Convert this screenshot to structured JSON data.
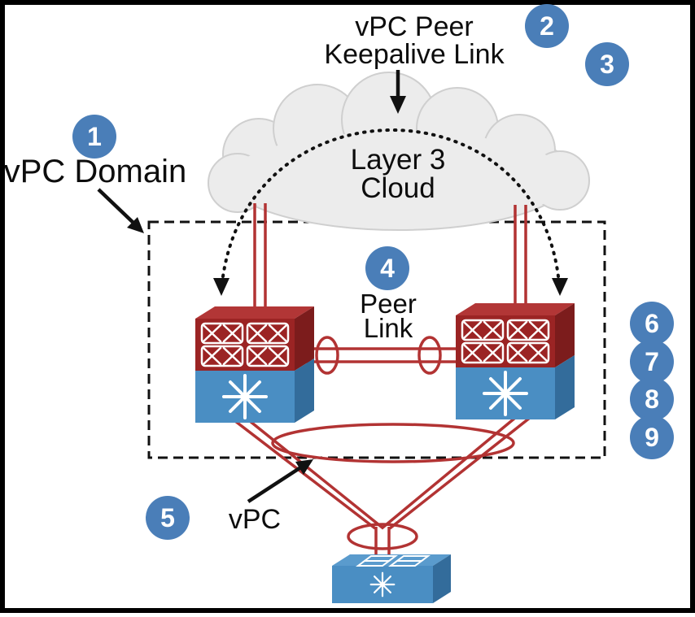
{
  "diagram": {
    "title": "vPC Domain topology",
    "labels": {
      "keepalive_line1": "vPC Peer",
      "keepalive_line2": "Keepalive Link",
      "cloud_line1": "Layer 3",
      "cloud_line2": "Cloud",
      "domain": "vPC Domain",
      "peer_line1": "Peer",
      "peer_line2": "Link",
      "vpc": "vPC"
    },
    "badges": {
      "b1": "1",
      "b2": "2",
      "b3": "3",
      "b4": "4",
      "b5": "5",
      "b6": "6",
      "b7": "7",
      "b8": "8",
      "b9": "9"
    },
    "colors": {
      "badge_blue": "#4a7eb8",
      "link_red": "#b23333",
      "switch_red": "#9b2424",
      "switch_blue": "#4a8ec3",
      "cloud_fill": "#ececec",
      "cloud_stroke": "#cfcfcf"
    }
  }
}
